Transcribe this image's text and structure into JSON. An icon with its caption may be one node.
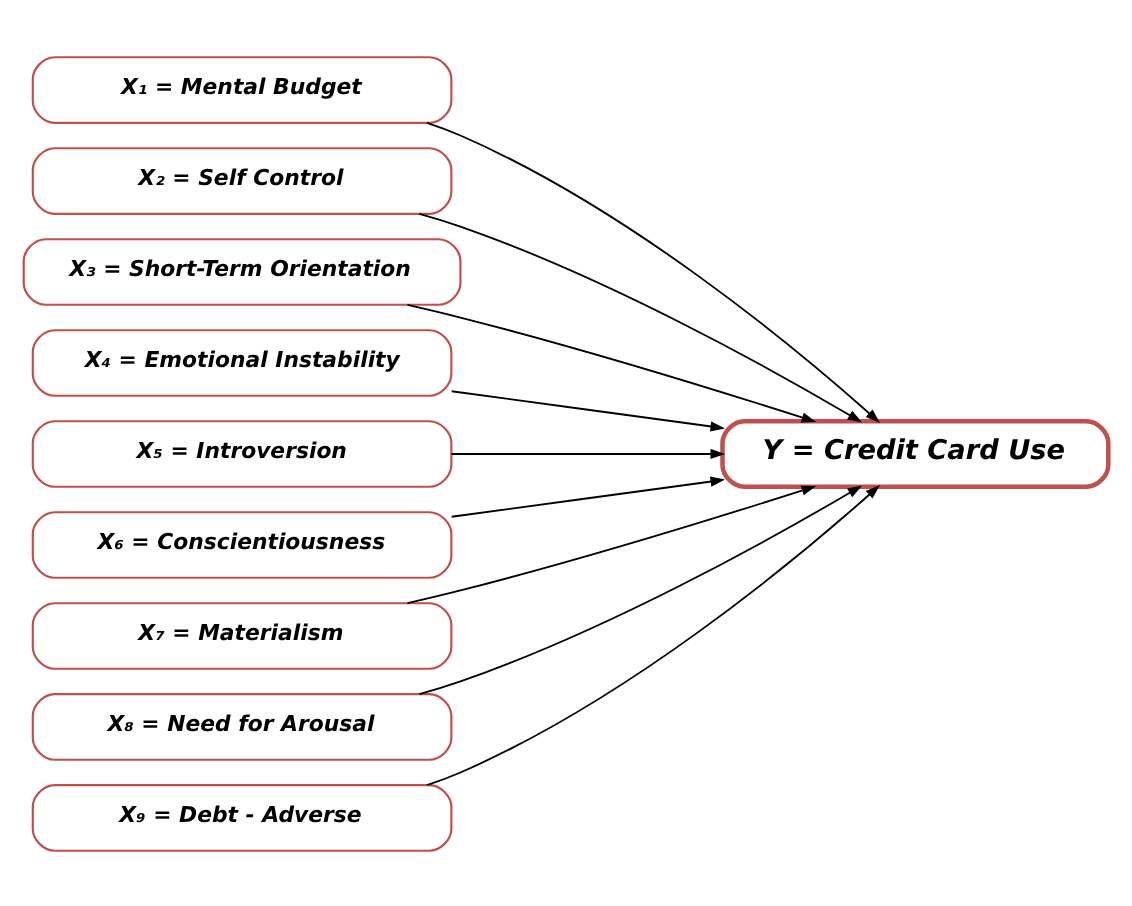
{
  "diagram": {
    "nodes": [
      {
        "text": [
          "X₁ = Mental Budget"
        ]
      },
      {
        "text": [
          "X₂ = Self Control"
        ]
      },
      {
        "text": [
          "X₃ = Short-Term Orientation"
        ]
      },
      {
        "text": [
          "X₄ = Emotional Instability"
        ]
      },
      {
        "text": [
          "X₅ = Introversion"
        ]
      },
      {
        "text": [
          "X₆ = Conscientiousness"
        ]
      },
      {
        "text": [
          "X₇ = Materialism"
        ]
      },
      {
        "text": [
          "X₈ = Need for Arousal"
        ]
      },
      {
        "text": [
          "X₉ = Debt - Adverse"
        ]
      },
      {
        "text": [
          "Y = Credit Card Use"
        ]
      }
    ],
    "edges": [
      {
        "from": 0,
        "to": 9,
        "arrow": "to"
      },
      {
        "from": 1,
        "to": 9,
        "arrow": "to"
      },
      {
        "from": 2,
        "to": 9,
        "arrow": "to"
      },
      {
        "from": 3,
        "to": 9,
        "arrow": "to"
      },
      {
        "from": 4,
        "to": 9,
        "arrow": "to"
      },
      {
        "from": 5,
        "to": 9,
        "arrow": "to"
      },
      {
        "from": 6,
        "to": 9,
        "arrow": "to"
      },
      {
        "from": 7,
        "to": 9,
        "arrow": "to"
      },
      {
        "from": 8,
        "to": 9,
        "arrow": "to"
      }
    ]
  }
}
